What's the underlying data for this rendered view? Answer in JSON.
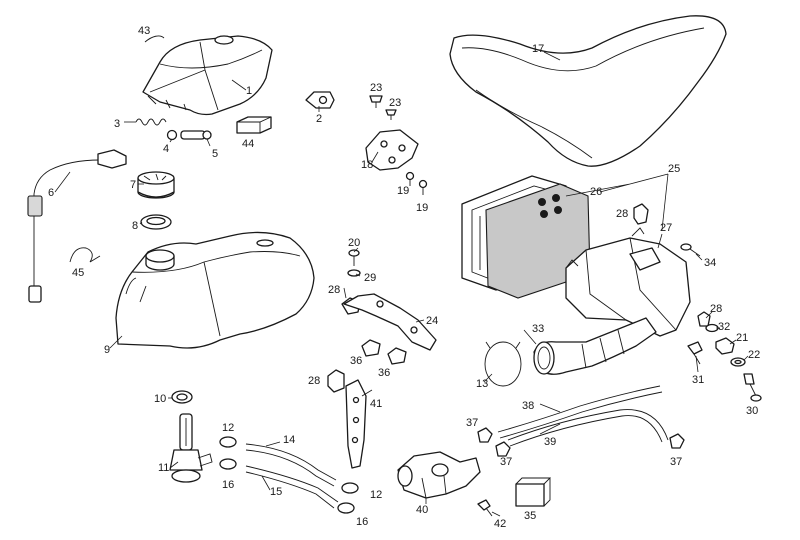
{
  "diagram": {
    "callouts": [
      {
        "id": "1",
        "text": "1"
      },
      {
        "id": "2",
        "text": "2"
      },
      {
        "id": "3",
        "text": "3"
      },
      {
        "id": "4",
        "text": "4"
      },
      {
        "id": "5",
        "text": "5"
      },
      {
        "id": "6",
        "text": "6"
      },
      {
        "id": "7",
        "text": "7"
      },
      {
        "id": "8",
        "text": "8"
      },
      {
        "id": "9",
        "text": "9"
      },
      {
        "id": "10",
        "text": "10"
      },
      {
        "id": "11",
        "text": "11"
      },
      {
        "id": "12a",
        "text": "12"
      },
      {
        "id": "12b",
        "text": "12"
      },
      {
        "id": "13",
        "text": "13"
      },
      {
        "id": "14",
        "text": "14"
      },
      {
        "id": "15",
        "text": "15"
      },
      {
        "id": "16a",
        "text": "16"
      },
      {
        "id": "16b",
        "text": "16"
      },
      {
        "id": "17",
        "text": "17"
      },
      {
        "id": "18",
        "text": "18"
      },
      {
        "id": "19a",
        "text": "19"
      },
      {
        "id": "19b",
        "text": "19"
      },
      {
        "id": "20",
        "text": "20"
      },
      {
        "id": "21",
        "text": "21"
      },
      {
        "id": "22",
        "text": "22"
      },
      {
        "id": "23a",
        "text": "23"
      },
      {
        "id": "23b",
        "text": "23"
      },
      {
        "id": "24",
        "text": "24"
      },
      {
        "id": "25",
        "text": "25"
      },
      {
        "id": "26",
        "text": "26"
      },
      {
        "id": "27",
        "text": "27"
      },
      {
        "id": "28a",
        "text": "28"
      },
      {
        "id": "28b",
        "text": "28"
      },
      {
        "id": "28c",
        "text": "28"
      },
      {
        "id": "28d",
        "text": "28"
      },
      {
        "id": "29",
        "text": "29"
      },
      {
        "id": "30",
        "text": "30"
      },
      {
        "id": "31",
        "text": "31"
      },
      {
        "id": "32",
        "text": "32"
      },
      {
        "id": "33",
        "text": "33"
      },
      {
        "id": "34",
        "text": "34"
      },
      {
        "id": "35",
        "text": "35"
      },
      {
        "id": "36a",
        "text": "36"
      },
      {
        "id": "36b",
        "text": "36"
      },
      {
        "id": "37a",
        "text": "37"
      },
      {
        "id": "37b",
        "text": "37"
      },
      {
        "id": "37c",
        "text": "37"
      },
      {
        "id": "38",
        "text": "38"
      },
      {
        "id": "39",
        "text": "39"
      },
      {
        "id": "40",
        "text": "40"
      },
      {
        "id": "41",
        "text": "41"
      },
      {
        "id": "42",
        "text": "42"
      },
      {
        "id": "43",
        "text": "43"
      },
      {
        "id": "44",
        "text": "44"
      },
      {
        "id": "45",
        "text": "45"
      }
    ]
  }
}
